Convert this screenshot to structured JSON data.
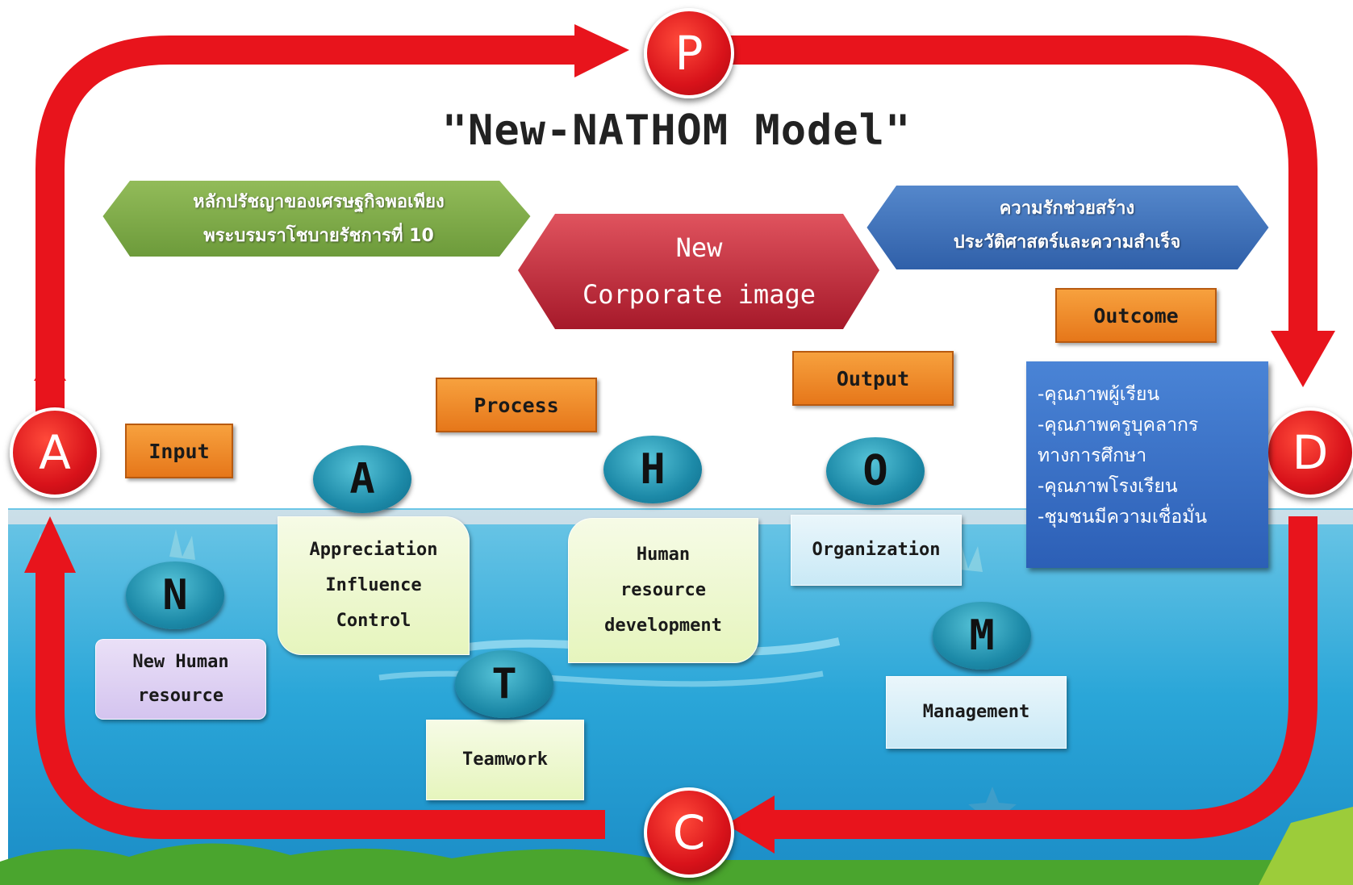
{
  "title": "\"New-NATHOM Model\"",
  "pdca": {
    "p": "P",
    "d": "D",
    "c": "C",
    "a": "A"
  },
  "left_banner": {
    "line1": "หลักปรัชญาของเศรษฐกิจพอเพียง",
    "line2": "พระบรมราโชบายรัชการที่  10"
  },
  "right_banner": {
    "line1": "ความรักช่วยสร้าง",
    "line2": "ประวัติศาสตร์และความสำเร็จ"
  },
  "center_hex": {
    "line1": "New",
    "line2": "Corporate image"
  },
  "tags": {
    "input": "Input",
    "process": "Process",
    "output": "Output",
    "outcome": "Outcome"
  },
  "outcome_items": [
    "-คุณภาพผู้เรียน",
    "-คุณภาพครูบุคลากร",
    "ทางการศึกษา",
    "-คุณภาพโรงเรียน",
    "-ชุมชนมีความเชื่อมั่น"
  ],
  "letters": {
    "n": "N",
    "a": "A",
    "t": "T",
    "h": "H",
    "o": "O",
    "m": "M"
  },
  "cards": {
    "n": [
      "New Human",
      "resource"
    ],
    "a": [
      "Appreciation",
      "Influence",
      "Control"
    ],
    "t": [
      "Teamwork"
    ],
    "h": [
      "Human",
      "resource",
      "development"
    ],
    "o": [
      "Organization"
    ],
    "m": [
      "Management"
    ]
  },
  "colors": {
    "arrow": "#e8141c",
    "left_banner": "#7fa74a",
    "right_banner": "#3f73b8",
    "center_hex": "#c8283c",
    "tag": "#ef8a28",
    "letter": "#1d8aa8"
  }
}
